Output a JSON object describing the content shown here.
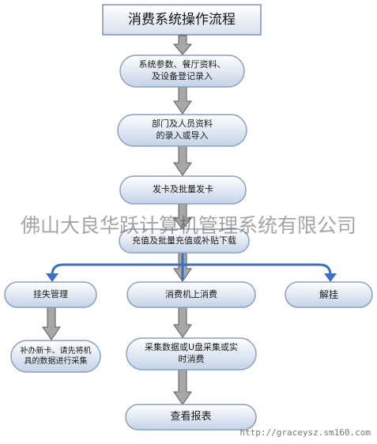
{
  "title": "消费系统操作流程",
  "nodes": {
    "setup": [
      "系统参数、餐厅资料、",
      "及设备登记录入"
    ],
    "staff": [
      "部门及人员资料",
      "的录入或导入"
    ],
    "card_issue": [
      "发卡及批量发卡"
    ],
    "recharge": [
      "充值及批量充值或补贴下载"
    ],
    "loss_report": [
      "挂失管理"
    ],
    "machine_consume": [
      "消费机上消费"
    ],
    "unlock": [
      "解挂"
    ],
    "reissue": [
      "补办新卡、请先将机",
      "具的数据进行采集"
    ],
    "collect": [
      "采集数据或U盘采集或实",
      "时消费"
    ],
    "report": [
      "查看报表"
    ]
  },
  "watermark": "佛山大良华跃计算机管理系统有限公司",
  "url": "http://graceysz.sm160.com",
  "colors": {
    "box_fill_light": "#ffffff",
    "box_fill_dark": "#c3d3e8",
    "box_border": "#8aa0bd",
    "arrow_fill": "#a7a7a7",
    "arrow_line": "#3a6fc4"
  }
}
